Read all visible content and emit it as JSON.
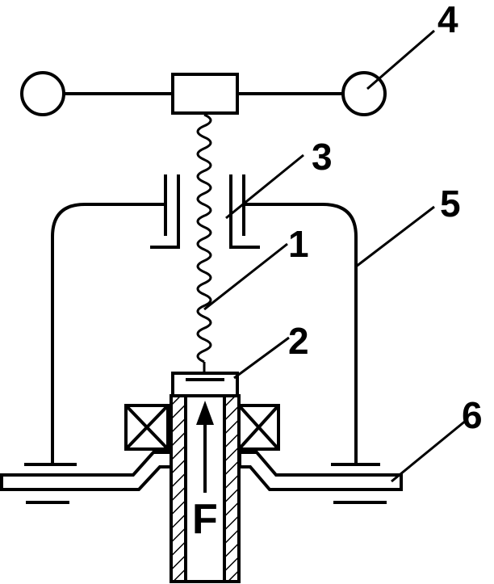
{
  "labels": {
    "one": "1",
    "two": "2",
    "three": "3",
    "four": "4",
    "five": "5",
    "six": "6",
    "force": "F"
  },
  "colors": {
    "stroke": "#000000",
    "background": "#ffffff"
  },
  "icons": {
    "hatch": "diagonal-hatch-pattern",
    "coil": "crossed-box-icon",
    "arrow": "up-arrow-icon"
  }
}
